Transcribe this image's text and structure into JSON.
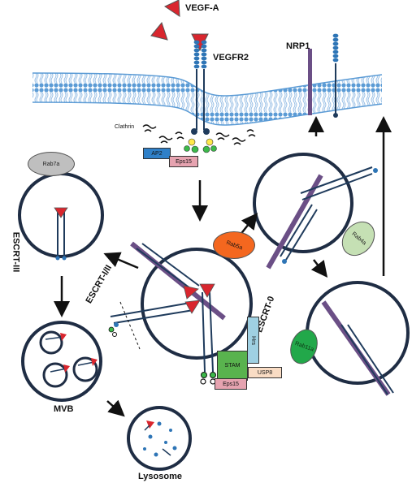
{
  "labels": {
    "vegfa": "VEGF-A",
    "vegfr2": "VEGFR2",
    "nrp1": "NRP1",
    "clathrin": "Clathrin",
    "ap2": "AP2",
    "eps15_top": "Eps15",
    "rab7a": "Rab7a",
    "rab5a": "Rab5a",
    "rab4a": "Rab4a",
    "rab11a": "Rab11a",
    "escrt_iii": "ESCRT-III",
    "escrt_i_ii": "ESCRT-I/II",
    "escrt_0": "ESCRT-0",
    "hrs": "Hrs",
    "stam": "STAM",
    "eps15_bottom": "Eps15",
    "usp8": "USP8",
    "mvb": "MVB",
    "lysosome": "Lysosome"
  },
  "colors": {
    "membrane_head": "#5b9bd5",
    "membrane_tail": "#9dc3e6",
    "vesicle_stroke": "#1f2d44",
    "ligand": "#d9262e",
    "receptor": "#2e75b6",
    "nrp1": "#6b4f86",
    "rab7a": "#bfbfbf",
    "rab5a": "#f4671f",
    "rab4a": "#c5e0b4",
    "rab11a": "#22a84a",
    "ap2": "#2f80c8",
    "eps15": "#e6a3b0",
    "hrs": "#9fd0e2",
    "stam": "#59b34e",
    "usp8": "#f9dcc4"
  }
}
